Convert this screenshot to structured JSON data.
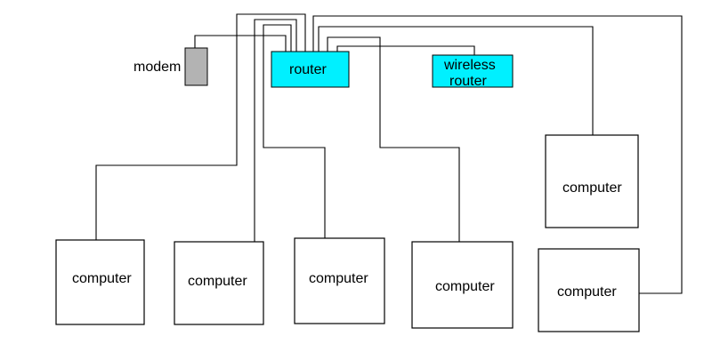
{
  "labels": {
    "modem": "modem",
    "router": "router",
    "wireless_router_line1": "wireless",
    "wireless_router_line2": "router",
    "computer": "computer"
  },
  "colors": {
    "router_fill": "#00f0ff",
    "wireless_router_fill": "#00f0ff",
    "modem_fill": "#b3b3b3"
  }
}
